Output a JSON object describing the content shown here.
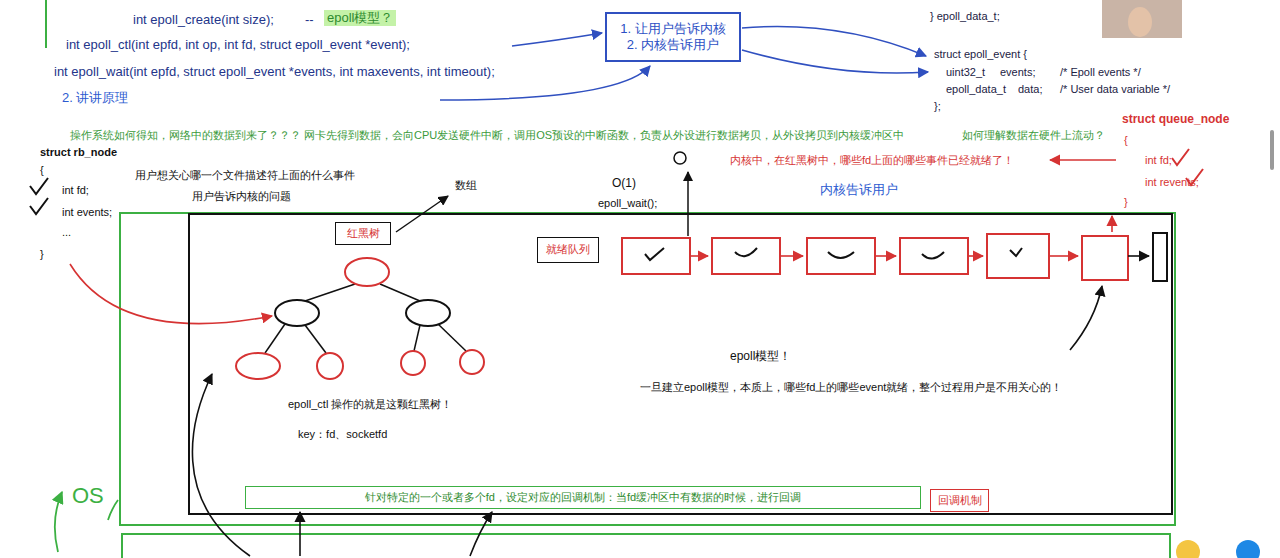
{
  "diagram": {
    "nodes": [
      {
        "text": [
          "1. 让用户告诉内核",
          "2. 内核告诉用户"
        ]
      },
      {
        "text": [
          "epoll_ctl 操作的就是这颗红黑树！",
          "key：fd、socketfd",
          "epoll模型！",
          "一旦建立epoll模型，本质上，哪些fd上的哪些event就绪，整个过程用户是不用关心的！"
        ]
      },
      {
        "text": [
          "红黑树"
        ],
        "in": 1
      },
      {
        "text": [
          "就绪队列"
        ],
        "in": 1
      },
      {
        "text": [
          "针对特定的一个或者多个fd，设定对应的回调机制：当fd缓冲区中有数据的时候，进行回调"
        ],
        "in": 1
      },
      {
        "text": [
          "回调机制"
        ],
        "in": 1
      }
    ],
    "labels": [
      "int epoll_create(int size);",
      "--",
      "epoll模型？",
      "int epoll_ctl(int epfd, int op, int fd, struct epoll_event *event);",
      "int epoll_wait(int epfd, struct epoll_event *events, int maxevents, int timeout);",
      "2. 讲讲原理",
      "} epoll_data_t;",
      "struct epoll_event {",
      "uint32_t",
      "events;",
      "/* Epoll events */",
      "epoll_data_t",
      "data;",
      "/* User data variable */",
      "};",
      "操作系统如何得知，网络中的数据到来了？？？ 网卡先得到数据，会向CPU发送硬件中断，调用OS预设的中断函数，负责从外设进行数据拷贝，从外设拷贝到内核缓冲区中",
      "如何理解数据在硬件上流动？",
      "struct rb_node",
      "{",
      "int fd;",
      "int events;",
      "...",
      "}",
      "用户想关心哪一个文件描述符上面的什么事件",
      "用户告诉内核的问题",
      "数组",
      "O(1)",
      "epoll_wait();",
      "内核中，在红黑树中，哪些fd上面的哪些事件已经就绪了！",
      "内核告诉用户",
      "struct queue_node",
      "{",
      "int fd;",
      "int revents;",
      "}",
      "OS"
    ]
  }
}
